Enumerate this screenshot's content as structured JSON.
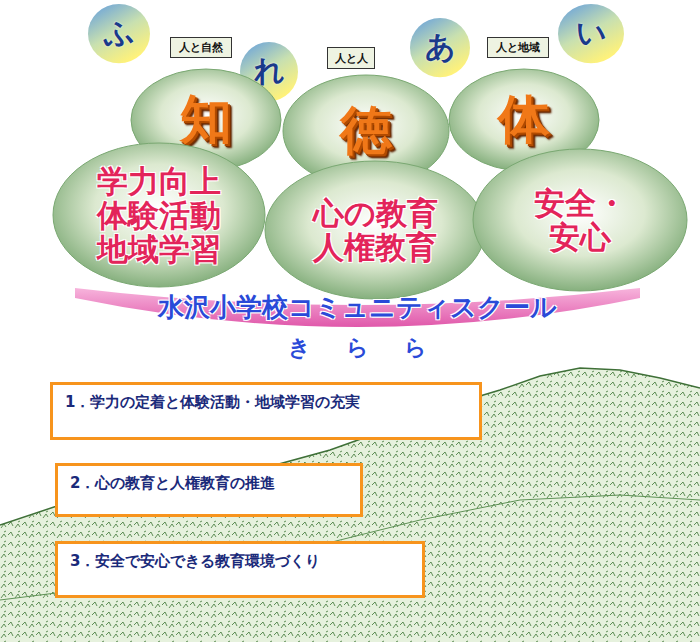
{
  "diagram": {
    "nodes": [
      {
        "text": [
          "ふ"
        ]
      },
      {
        "text": [
          "人と自然"
        ]
      },
      {
        "text": [
          "れ"
        ]
      },
      {
        "text": [
          "人と人"
        ]
      },
      {
        "text": [
          "あ"
        ]
      },
      {
        "text": [
          "人と地域"
        ]
      },
      {
        "text": [
          "い"
        ]
      },
      {
        "text": [
          "知"
        ]
      },
      {
        "text": [
          "徳"
        ]
      },
      {
        "text": [
          "体"
        ]
      },
      {
        "text": [
          "学力向上 体験活動 地域学習"
        ]
      },
      {
        "text": [
          "心の教育 人権教育"
        ]
      },
      {
        "text": [
          "安全・安心"
        ]
      },
      {
        "text": [
          "水沢小学校コミュニティスクール",
          "きらら"
        ]
      },
      {
        "text": [
          "1．学力の定着と体験活動・地域学習の充実"
        ]
      },
      {
        "text": [
          "2．心の教育と人権教育の推進"
        ]
      },
      {
        "text": [
          "3．安全で安心できる教育環境づくり"
        ]
      }
    ]
  }
}
